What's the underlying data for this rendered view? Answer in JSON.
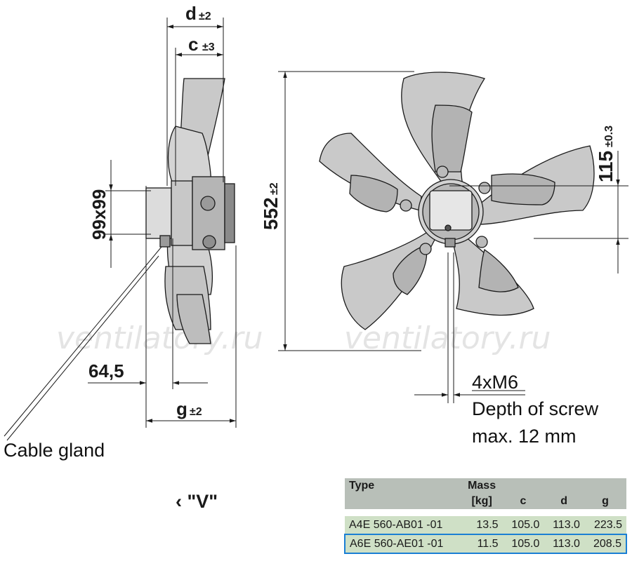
{
  "dimensions": {
    "d": "d",
    "d_tol": "±2",
    "c": "c",
    "c_tol": "±3",
    "g": "g",
    "g_tol": "±2",
    "hole_pattern": "99x99",
    "offset": "64,5",
    "diameter": "552",
    "diameter_tol": "±2",
    "pcd": "115",
    "pcd_tol": "±0.3"
  },
  "watermark": "ventilatory.ru",
  "callouts": {
    "cable_gland": "Cable gland",
    "screws_line1": "4xM6",
    "screws_line2": "Depth of screw",
    "screws_line3": "max. 12 mm"
  },
  "view_label": "‹ \"V\"",
  "table": {
    "headers": {
      "type": "Type",
      "mass": "Mass",
      "mass_unit": "[kg]",
      "c": "c",
      "d": "d",
      "g": "g"
    },
    "rows": [
      {
        "type": "A4E  560-AB01  -01",
        "mass": "13.5",
        "c": "105.0",
        "d": "113.0",
        "g": "223.5"
      },
      {
        "type": "A6E  560-AE01  -01",
        "mass": "11.5",
        "c": "105.0",
        "d": "113.0",
        "g": "208.5",
        "highlighted": true
      }
    ]
  },
  "colors": {
    "blade": "#c9c9c9",
    "blade_dark": "#a9a9a9",
    "line": "#1a1a1a",
    "table_header": "#b8bfb8",
    "table_row": "#cfe0c6",
    "highlight": "#1a7fd4"
  }
}
